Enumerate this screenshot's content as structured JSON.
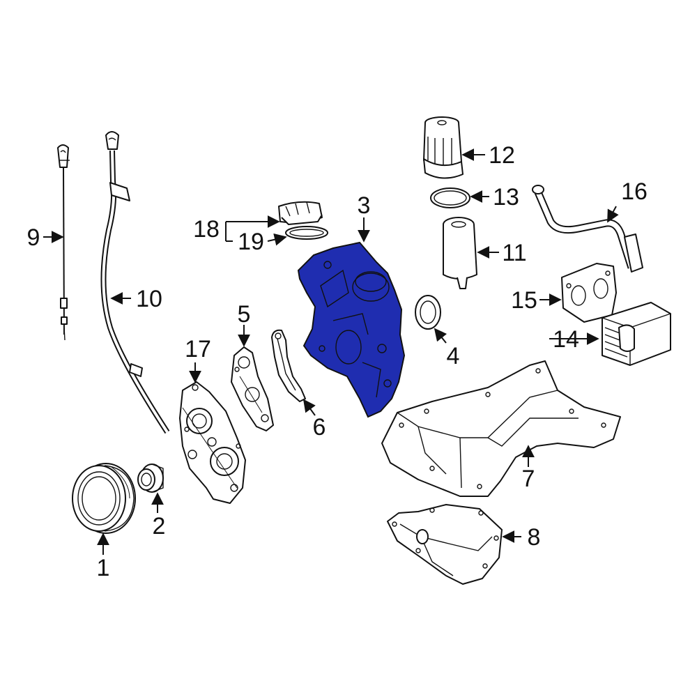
{
  "callouts": {
    "c1": "1",
    "c2": "2",
    "c3": "3",
    "c4": "4",
    "c5": "5",
    "c6": "6",
    "c7": "7",
    "c8": "8",
    "c9": "9",
    "c10": "10",
    "c11": "11",
    "c12": "12",
    "c13": "13",
    "c14": "14",
    "c15": "15",
    "c16": "16",
    "c17": "17",
    "c18": "18",
    "c19": "19"
  },
  "colors": {
    "highlight": "#1f2db0",
    "line": "#111111",
    "background": "#ffffff"
  },
  "highlighted_part": "3"
}
